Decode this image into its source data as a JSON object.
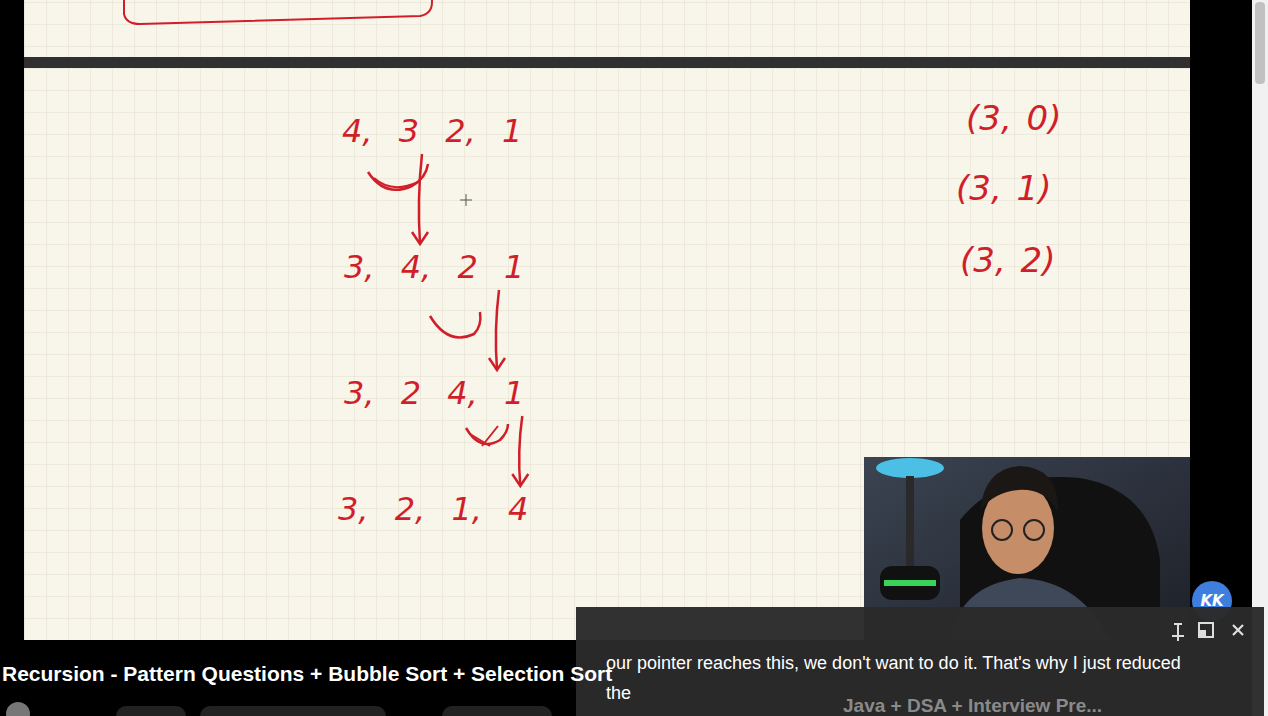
{
  "diagram": {
    "nodes": [
      {
        "text": [
          "4, 3 2, 1"
        ]
      },
      {
        "text": [
          "3, 4, 2 1"
        ]
      },
      {
        "text": [
          "3, 2 4, 1"
        ]
      },
      {
        "text": [
          "3, 2, 1, 4"
        ]
      }
    ],
    "edges": [
      {
        "from": 0,
        "to": 1,
        "arrow": "to"
      },
      {
        "from": 1,
        "to": 2,
        "arrow": "to"
      },
      {
        "from": 2,
        "to": 3,
        "arrow": "to"
      }
    ],
    "labels": [
      "(3, 0)",
      "(3, 1)",
      "(3, 2)",
      "our pointer reaches this, we don't want to do it. That's why I just reduced the",
      "Recursion - Pattern Questions + Bubble Sort + Selection Sort",
      "Java + DSA + Interview Pre...",
      "KK"
    ]
  }
}
